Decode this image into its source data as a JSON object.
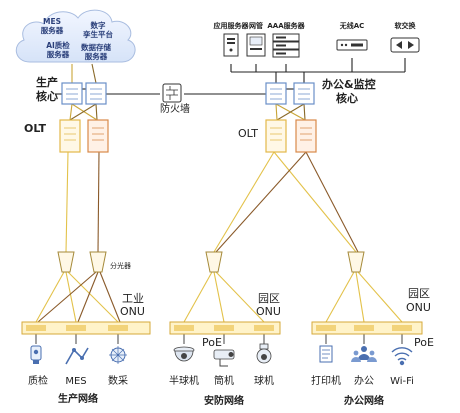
{
  "cloud": {
    "mes": [
      "MES",
      "服务器"
    ],
    "twin": [
      "数字",
      "孪生平台"
    ],
    "ai": [
      "AI质检",
      "服务器"
    ],
    "storage": [
      "数据存储",
      "服务器"
    ]
  },
  "servers": {
    "app": "应用服务器",
    "netmgmt": "网管",
    "aaa": "AAA服务器",
    "wlan_ac": "无线AC",
    "sw": "软交换"
  },
  "labels": {
    "prod_core": [
      "生产",
      "核心"
    ],
    "prod_olt": "OLT",
    "firewall": "防火墙",
    "office_core": [
      "办公&监控",
      "核心"
    ],
    "office_olt": "OLT",
    "splitter": "分光器",
    "industrial_onu": [
      "工业",
      "ONU"
    ],
    "campus_onu_1": [
      "园区",
      "ONU"
    ],
    "campus_onu_2": [
      "园区",
      "ONU"
    ],
    "poe_1": "PoE",
    "poe_2": "PoE"
  },
  "devices": {
    "quality": "质检",
    "mes": "MES",
    "collect": "数采",
    "dome_cam": "半球机",
    "bullet_cam": "筒机",
    "ball_cam": "球机",
    "printer": "打印机",
    "office": "办公",
    "wifi": "Wi-Fi"
  },
  "networks": {
    "production": "生产网络",
    "security": "安防网络",
    "office": "办公网络"
  }
}
